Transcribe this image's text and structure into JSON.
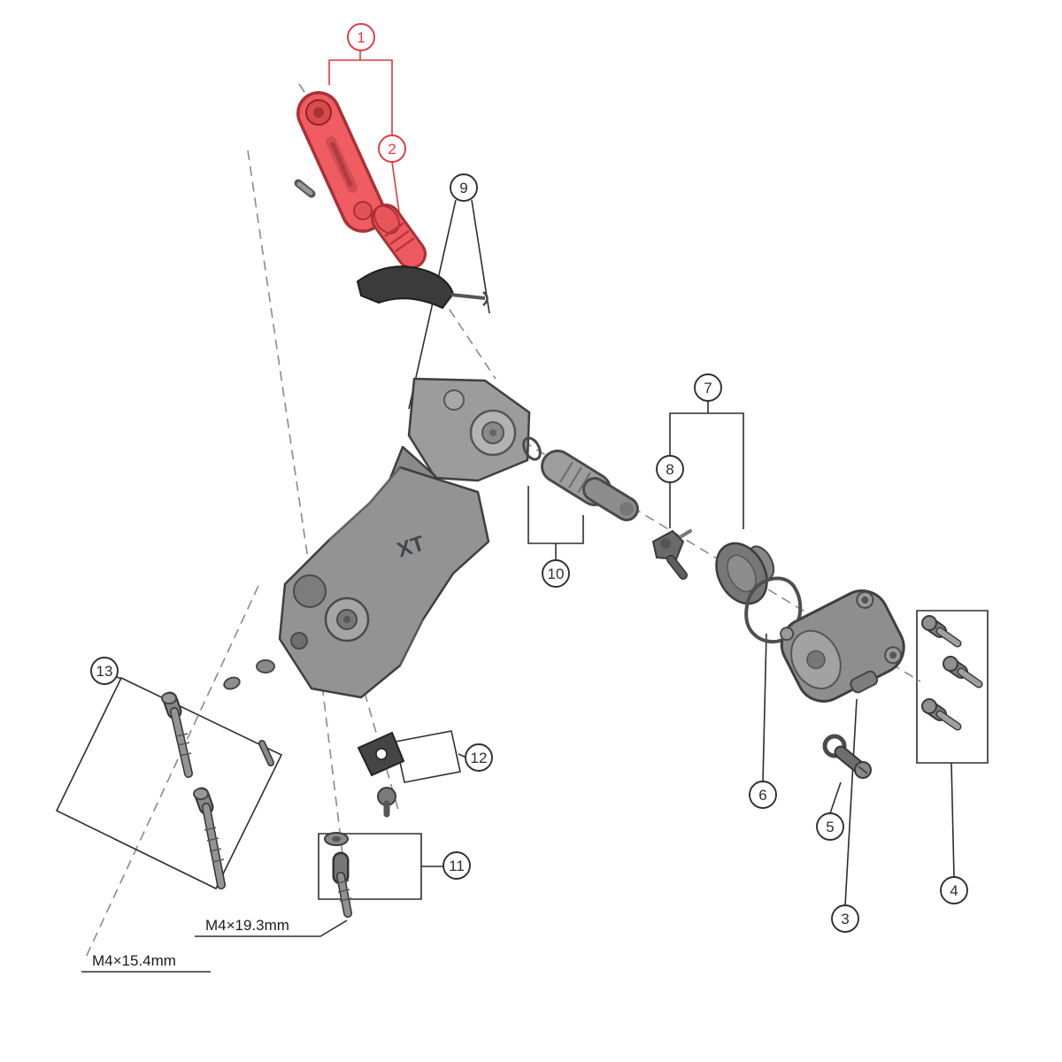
{
  "diagram": {
    "brand_mark": "XT",
    "colors": {
      "highlight": "#e0393f",
      "line": "#2e2e2e"
    },
    "callouts": [
      {
        "number": "1",
        "highlighted": true
      },
      {
        "number": "2",
        "highlighted": true
      },
      {
        "number": "3",
        "highlighted": false
      },
      {
        "number": "4",
        "highlighted": false
      },
      {
        "number": "5",
        "highlighted": false
      },
      {
        "number": "6",
        "highlighted": false
      },
      {
        "number": "7",
        "highlighted": false
      },
      {
        "number": "8",
        "highlighted": false
      },
      {
        "number": "9",
        "highlighted": false
      },
      {
        "number": "10",
        "highlighted": false
      },
      {
        "number": "11",
        "highlighted": false
      },
      {
        "number": "12",
        "highlighted": false
      },
      {
        "number": "13",
        "highlighted": false
      }
    ],
    "dimension_labels": [
      {
        "text": "M4×19.3mm"
      },
      {
        "text": "M4×15.4mm"
      }
    ]
  }
}
